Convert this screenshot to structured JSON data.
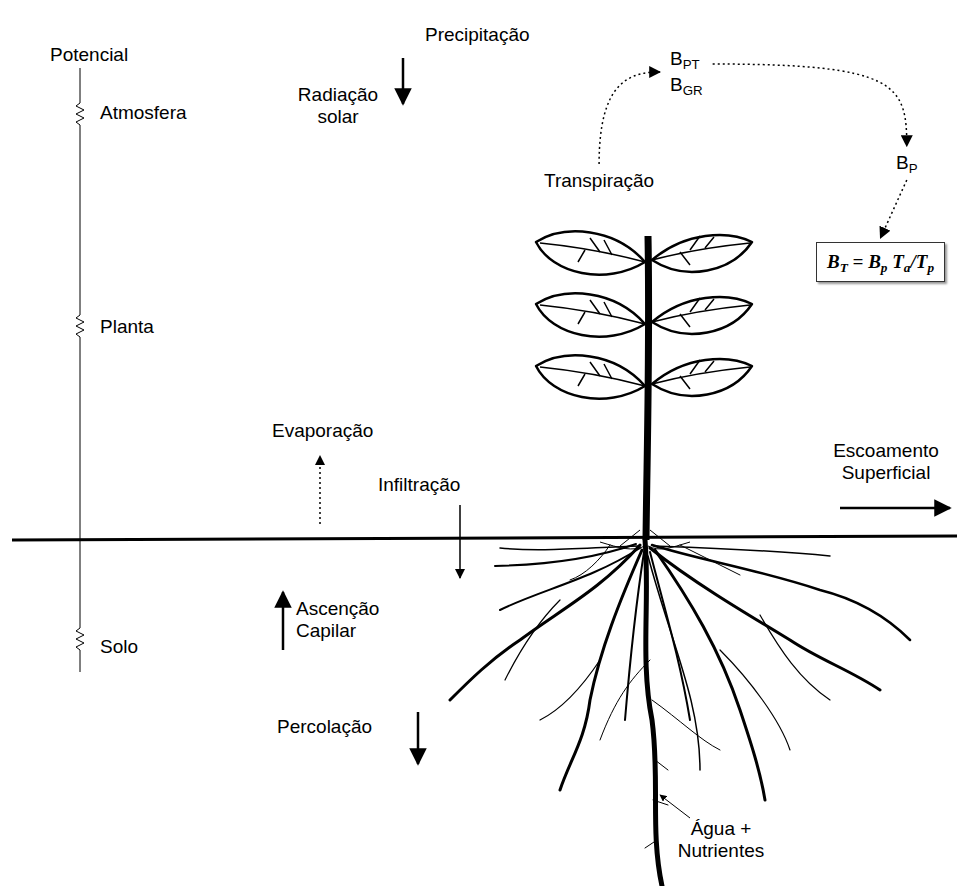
{
  "diagram": {
    "nodes": [
      {
        "text": [
          "Transpiração"
        ]
      },
      {
        "text": [
          "BPT",
          "BGR"
        ]
      },
      {
        "text": [
          "BP"
        ]
      },
      {
        "text": [
          "BT = Bp Ta/Tp"
        ]
      }
    ],
    "edges": [
      {
        "from": 0,
        "to": 1,
        "arrow": "to"
      },
      {
        "from": 1,
        "to": 2,
        "arrow": "to"
      },
      {
        "from": 2,
        "to": 3,
        "arrow": "to"
      }
    ],
    "labels": [
      "Potencial",
      "Atmosfera",
      "Planta",
      "Solo",
      "Radiação solar",
      "Precipitação",
      "Evaporação",
      "Infiltração",
      "Ascenção Capilar",
      "Escoamento Superficial",
      "Percolação",
      "Água + Nutrientes"
    ]
  }
}
